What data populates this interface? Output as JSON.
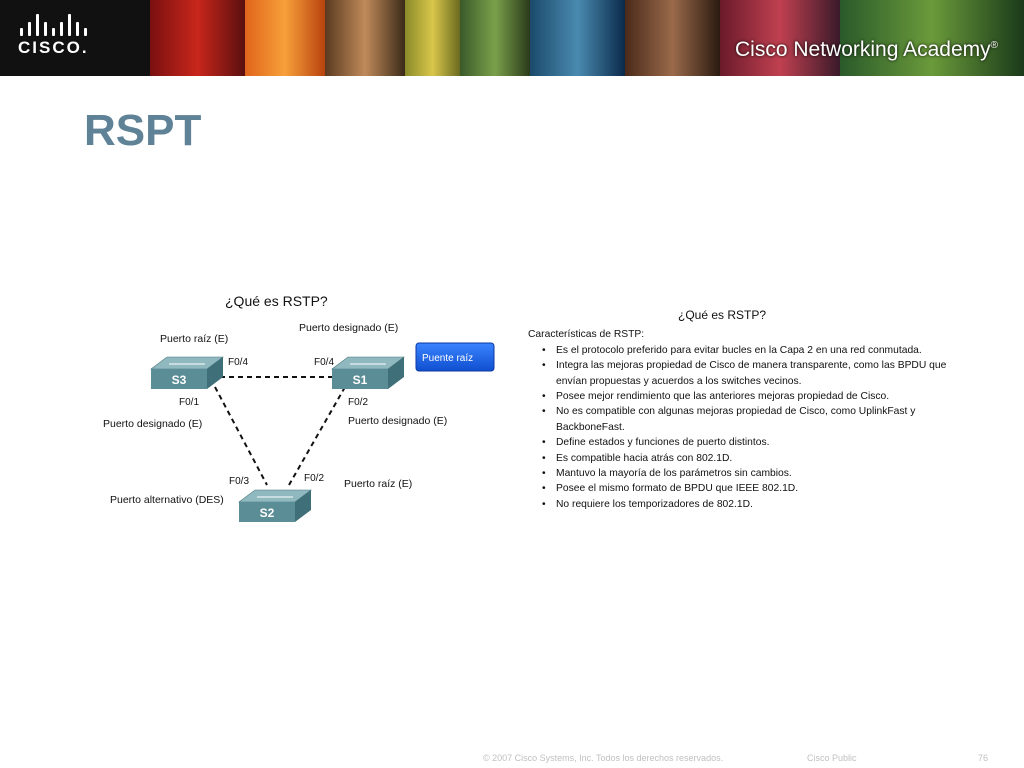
{
  "header": {
    "logo_text": "CISCO.",
    "academy_title": "Cisco Networking Academy",
    "academy_mark": "®"
  },
  "slide": {
    "title": "RSPT"
  },
  "diagram": {
    "title": "¿Qué es RSTP?",
    "root_bridge_label": "Puente raíz",
    "switches": {
      "s1": "S1",
      "s2": "S2",
      "s3": "S3"
    },
    "ports": {
      "s3_f04": "F0/4",
      "s1_f04": "F0/4",
      "s3_f01": "F0/1",
      "s1_f02": "F0/2",
      "s2_f03": "F0/3",
      "s2_f02": "F0/2"
    },
    "roles": {
      "s3_root_port": "Puerto raíz (E)",
      "s1_designated_top": "Puerto designado (E)",
      "s3_designated_left": "Puerto designado (E)",
      "s1_designated_right": "Puerto designado (E)",
      "s2_alternate": "Puerto alternativo (DES)",
      "s2_root_port": "Puerto raíz (E)"
    },
    "colors": {
      "switch_face": "#5b8d96",
      "switch_top": "#8fb9bf",
      "root_box": "#1a5fe0"
    }
  },
  "info_panel": {
    "title": "¿Qué es RSTP?",
    "subtitle": "Características de RSTP:",
    "bullets": [
      "Es el protocolo preferido para evitar bucles en la Capa 2 en una red conmutada.",
      "Integra las mejoras propiedad de Cisco de manera transparente, como las BPDU que envían propuestas y acuerdos a los switches vecinos.",
      "Posee mejor rendimiento que las anteriores mejoras propiedad de Cisco.",
      "No es compatible con algunas mejoras propiedad de Cisco, como UplinkFast y BackboneFast.",
      "Define estados y funciones de puerto distintos.",
      "Es compatible hacia atrás con 802.1D.",
      "Mantuvo la mayoría de los parámetros sin cambios.",
      "Posee el mismo formato de BPDU que IEEE 802.1D.",
      "No requiere los temporizadores de 802.1D."
    ]
  },
  "footer": {
    "copyright": "© 2007 Cisco Systems, Inc. Todos los derechos reservados.",
    "classification": "Cisco Public",
    "page_number": "76"
  }
}
